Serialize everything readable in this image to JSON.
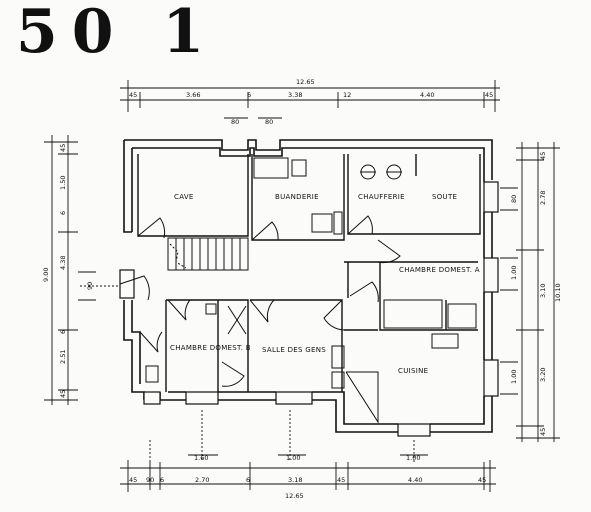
{
  "plan": {
    "number": "50 1",
    "rooms": {
      "cave": "CAVE",
      "buanderie": "BUANDERIE",
      "chaufferie": "CHAUFFERIE",
      "soute": "SOUTE",
      "chambre_domest_a": "CHAMBRE DOMEST. A",
      "chambre_domest_b": "CHAMBRE DOMEST. B",
      "salle_des_gens": "SALLE DES GENS",
      "cuisine": "CUISINE"
    },
    "top_dims": {
      "total": "12.65",
      "segments": [
        "45",
        "3.66",
        "6",
        "3.38",
        "12",
        "4.40",
        "45"
      ],
      "window_a": "80",
      "window_b": "80"
    },
    "bottom_dims": {
      "openings": [
        "1.60",
        "1.00",
        "1.00"
      ],
      "segments": [
        "45",
        "90",
        "6",
        "2.70",
        "6",
        "3.18",
        "45",
        "4.40",
        "45"
      ],
      "total": "12.65"
    },
    "left_dims": {
      "total": "9.00",
      "segments": [
        "45",
        "1.50",
        "6",
        "4.38",
        "6",
        "2.51",
        "45"
      ],
      "mid": "90"
    },
    "right_dims": {
      "total": "10.10",
      "segments": [
        "45",
        "2.78",
        "3.10",
        "3.20",
        "45"
      ],
      "openings": [
        "80",
        "1.00",
        "1.00"
      ]
    }
  }
}
